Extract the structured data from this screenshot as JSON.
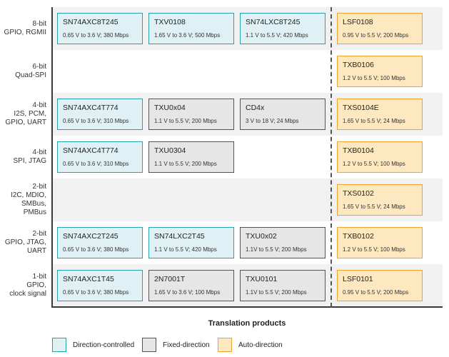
{
  "x_axis_title": "Translation products",
  "rows": [
    {
      "label": [
        "8-bit",
        "GPIO, RGMII"
      ],
      "boxes": [
        {
          "name": "SN74AXC8T245",
          "spec": "0.65 V to 3.6 V; 380 Mbps",
          "type": "direction-controlled"
        },
        {
          "name": "TXV0108",
          "spec": "1.65 V to 3.6 V; 500 Mbps",
          "type": "direction-controlled"
        },
        {
          "name": "SN74LXC8T245",
          "spec": "1.1 V to 5.5 V; 420 Mbps",
          "type": "direction-controlled"
        }
      ],
      "auto": {
        "name": "LSF0108",
        "spec": "0.95 V to 5.5 V; 200 Mbps"
      }
    },
    {
      "label": [
        "6-bit",
        "Quad-SPI"
      ],
      "boxes": [],
      "auto": {
        "name": "TXB0106",
        "spec": "1.2 V to 5.5 V; 100 Mbps"
      }
    },
    {
      "label": [
        "4-bit",
        "I2S, PCM,",
        "GPIO, UART"
      ],
      "boxes": [
        {
          "name": "SN74AXC4T774",
          "spec": "0.65 V to 3.6 V; 310 Mbps",
          "type": "direction-controlled"
        },
        {
          "name": "TXU0x04",
          "spec": "1.1 V to 5.5 V; 200 Mbps",
          "type": "fixed-direction"
        },
        {
          "name": "CD4x",
          "spec": "3 V to 18 V; 24 Mbps",
          "type": "fixed-direction"
        }
      ],
      "auto": {
        "name": "TXS0104E",
        "spec": "1.65 V to 5.5 V; 24 Mbps"
      }
    },
    {
      "label": [
        "4-bit",
        "SPI, JTAG"
      ],
      "boxes": [
        {
          "name": "SN74AXC4T774",
          "spec": "0.65 V to 3.6 V; 310 Mbps",
          "type": "direction-controlled"
        },
        {
          "name": "TXU0304",
          "spec": "1.1 V to 5.5 V; 200 Mbps",
          "type": "fixed-direction"
        }
      ],
      "auto": {
        "name": "TXB0104",
        "spec": "1.2 V to 5.5 V; 100 Mbps"
      }
    },
    {
      "label": [
        "2-bit",
        "I2C, MDIO,",
        "SMBus, PMBus"
      ],
      "boxes": [],
      "auto": {
        "name": "TXS0102",
        "spec": "1.65 V to 5.5 V; 24 Mbps"
      }
    },
    {
      "label": [
        "2-bit",
        "GPIO, JTAG,",
        "UART"
      ],
      "boxes": [
        {
          "name": "SN74AXC2T245",
          "spec": "0.65 V to 3.6 V; 380 Mbps",
          "type": "direction-controlled"
        },
        {
          "name": "SN74LXC2T45",
          "spec": "1.1 V to 5.5 V; 420 Mbps",
          "type": "direction-controlled"
        },
        {
          "name": "TXU0x02",
          "spec": "1.1V to 5.5 V; 200 Mbps",
          "type": "fixed-direction"
        }
      ],
      "auto": {
        "name": "TXB0102",
        "spec": "1.2 V to 5.5 V; 100 Mbps"
      }
    },
    {
      "label": [
        "1-bit",
        "GPIO,",
        "clock signal"
      ],
      "boxes": [
        {
          "name": "SN74AXC1T45",
          "spec": "0.65 V to 3.6 V; 380 Mbps",
          "type": "direction-controlled"
        },
        {
          "name": "2N7001T",
          "spec": "1.65 V to 3.6 V; 100 Mbps",
          "type": "fixed-direction"
        },
        {
          "name": "TXU0101",
          "spec": "1.1V to 5.5 V; 200 Mbps",
          "type": "fixed-direction"
        }
      ],
      "auto": {
        "name": "LSF0101",
        "spec": "0.95 V to 5.5 V; 200 Mbps"
      }
    }
  ],
  "legend": [
    {
      "label": "Direction-controlled",
      "type": "direction-controlled"
    },
    {
      "label": "Fixed-direction",
      "type": "fixed-direction"
    },
    {
      "label": "Auto-direction",
      "type": "auto-direction"
    }
  ],
  "colors": {
    "direction_controlled_fill": "#dff1f4",
    "direction_controlled_border": "#27a1a9",
    "fixed_direction_fill": "#e6e6e6",
    "fixed_direction_border": "#555555",
    "auto_direction_fill": "#fde8c0",
    "auto_direction_border": "#f0a22e"
  }
}
